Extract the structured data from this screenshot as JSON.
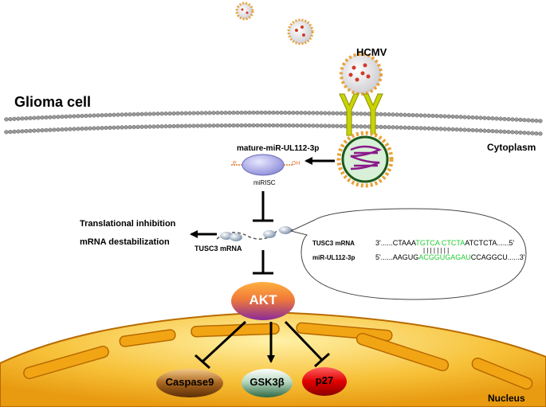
{
  "labels": {
    "hcmv": "HCMV",
    "glioma_cell": "Glioma cell",
    "cytoplasm": "Cytoplasm",
    "mature_mirna": "mature-miR-UL112-3p",
    "p_end": "P",
    "oh_end": "OH",
    "mirisc": "miRISC",
    "translational_inhibition": "Translational inhibition",
    "mrna_destabilization": "mRNA destabilization",
    "tusc3_mrna": "TUSC3 mRNA",
    "nucleus": "Nucleus"
  },
  "callout": {
    "tusc3_label": "TUSC3 mRNA",
    "mir_label": "miR-UL112-3p",
    "tusc3_seq": [
      "3'......CTAAA",
      "TGTCA CTCTA",
      "ATCTCTA......5'"
    ],
    "pairing": "|  |  |  |  |  |  |  |",
    "mir_seq": [
      "5'......AAGUG",
      "ACGGUGAGAU",
      "CCAGGCU......3'"
    ]
  },
  "nodes": {
    "akt": "AKT",
    "caspase9": "Caspase9",
    "gsk3b": "GSK3β",
    "p27": "p27"
  },
  "colors": {
    "virion_spike": "#e8a23a",
    "virion_core": "#d23a2a",
    "receptor": "#c9d400",
    "membrane_head": "#9a9a9a",
    "akt_top": "#ff9a2a",
    "akt_bottom": "#9b2a9a",
    "caspase": "#8a4b12",
    "gsk": "#3d7a52",
    "p27": "#e00000",
    "nucleus_fill": "#f5c030",
    "nucleus_edge": "#c07000",
    "sequence_highlight": "#22cc33"
  }
}
